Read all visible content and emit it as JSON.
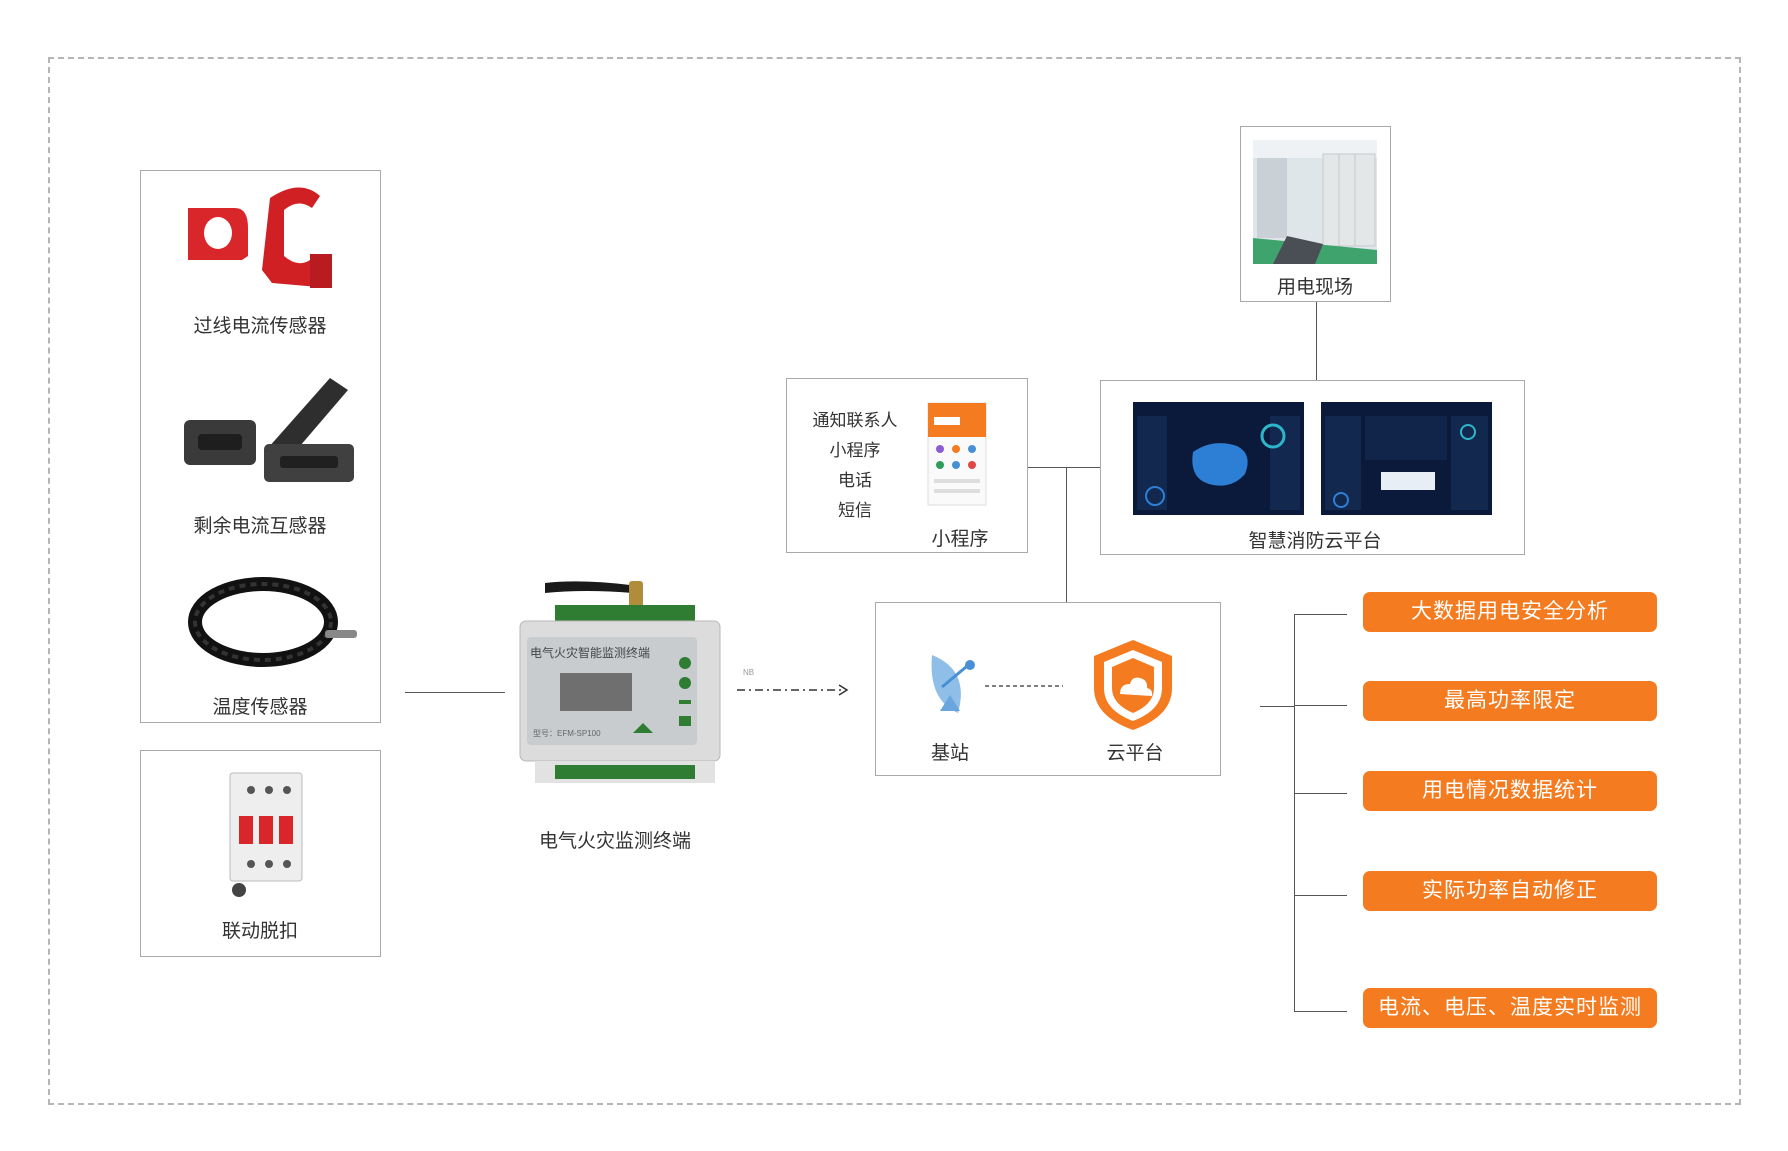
{
  "sensors": {
    "current_sensor": "过线电流传感器",
    "residual_sensor": "剩余电流互感器",
    "temperature_sensor": "温度传感器",
    "linkage_trip": "联动脱扣"
  },
  "terminal": {
    "label": "电气火灾监测终端",
    "panel_title": "电气火灾智能监测终端",
    "model_text": "型号：EFM-SP100",
    "nb_text": "NB"
  },
  "cloud": {
    "base_station": "基站",
    "cloud_platform": "云平台"
  },
  "notify": {
    "contacts": "通知联系人",
    "mini_program": "小程序",
    "phone": "电话",
    "sms": "短信",
    "caption": "小程序"
  },
  "site": {
    "caption": "用电现场"
  },
  "platform": {
    "caption": "智慧消防云平台"
  },
  "features": [
    "大数据用电安全分析",
    "最高功率限定",
    "用电情况数据统计",
    "实际功率自动修正",
    "电流、电压、温度实时监测"
  ],
  "colors": {
    "accent": "#f47b20",
    "sensor_red": "#d8262b",
    "screen_bg": "#0b1a3a"
  }
}
